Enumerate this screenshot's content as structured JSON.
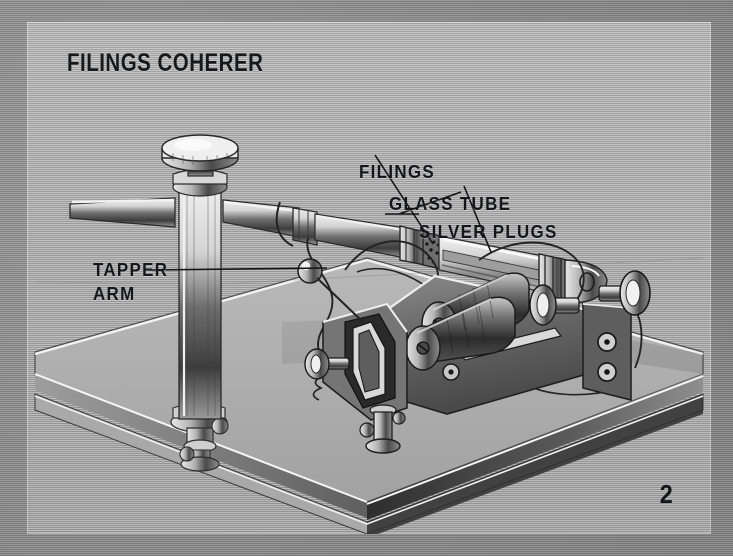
{
  "figure": {
    "title": "FILINGS COHERER",
    "page_number": "2",
    "subject": "filings-coherer-apparatus",
    "medium": "halftone-engraving"
  },
  "labels": [
    {
      "id": "filings",
      "text": "FILINGS",
      "points_to": "metal-filings-gap"
    },
    {
      "id": "glass_tube",
      "text": "GLASS TUBE",
      "points_to": "glass-tube-body"
    },
    {
      "id": "silver_plugs",
      "text": "SILVER PLUGS",
      "points_to": "silver-plug-electrode"
    },
    {
      "id": "tapper_arm",
      "text": "TAPPER",
      "points_to": "tapper-arm-rod"
    },
    {
      "id": "tapper_arm2",
      "text": "ARM",
      "points_to": "tapper-arm-rod"
    }
  ],
  "parts": [
    {
      "name": "tapper-post",
      "description": "vertical knurled post with round cap"
    },
    {
      "name": "tapper-arm-rod",
      "description": "horizontal arm extending right from post"
    },
    {
      "name": "glass-tube",
      "description": "glass tube containing metal filings"
    },
    {
      "name": "silver-plugs",
      "description": "silver plug electrodes at tube ends"
    },
    {
      "name": "relay-coils",
      "description": "pair of electromagnet coils"
    },
    {
      "name": "relay-base",
      "description": "angled metal base plate"
    },
    {
      "name": "binding-posts",
      "description": "two terminal binding posts on right"
    },
    {
      "name": "screw-terminals",
      "description": "two small round screw terminals"
    },
    {
      "name": "contact-spring",
      "description": "armature contact spring assembly"
    },
    {
      "name": "wooden-baseboard",
      "description": "wooden board the apparatus sits on"
    }
  ],
  "colors": {
    "border_gray": "#8e8e8e",
    "panel_gray": "#b4b4b4",
    "ink_black": "#15161a",
    "highlight_white": "#eeeeee",
    "shadow_gray": "#6b6b6b"
  }
}
